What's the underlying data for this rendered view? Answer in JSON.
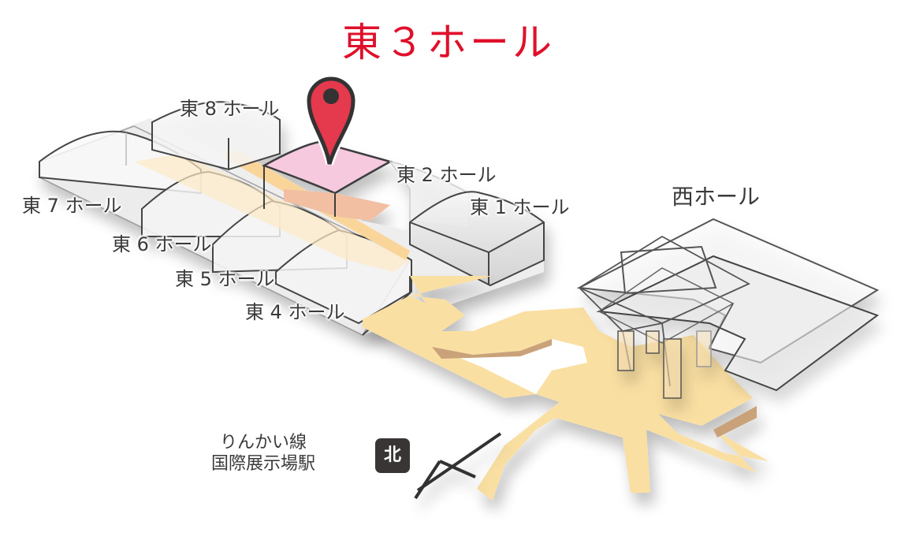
{
  "title": "東３ホール",
  "highlighted_hall": "東3ホール",
  "colors": {
    "title": "#e0102a",
    "pin_fill": "#e5394d",
    "pin_stroke": "#333333",
    "highlight_roof": "#f6c9df",
    "highlight_floor": "#f2bfa3",
    "walkway": "#fadfa2",
    "walkway_shadow": "#c9a27a",
    "outline": "#3c3c3c",
    "north_badge": "#3a3535"
  },
  "labels": {
    "east1": "東 1 ホール",
    "east2": "東 2 ホール",
    "east4": "東 4 ホール",
    "east5": "東 5 ホール",
    "east6": "東 6 ホール",
    "east7": "東 7 ホール",
    "east8": "東 8 ホール",
    "west": "西ホール"
  },
  "station": {
    "line1": "りんかい線",
    "line2": "国際展示場駅"
  },
  "compass": {
    "badge": "北",
    "icon": "north-arrow-icon"
  },
  "marker": {
    "icon": "map-pin-icon"
  }
}
